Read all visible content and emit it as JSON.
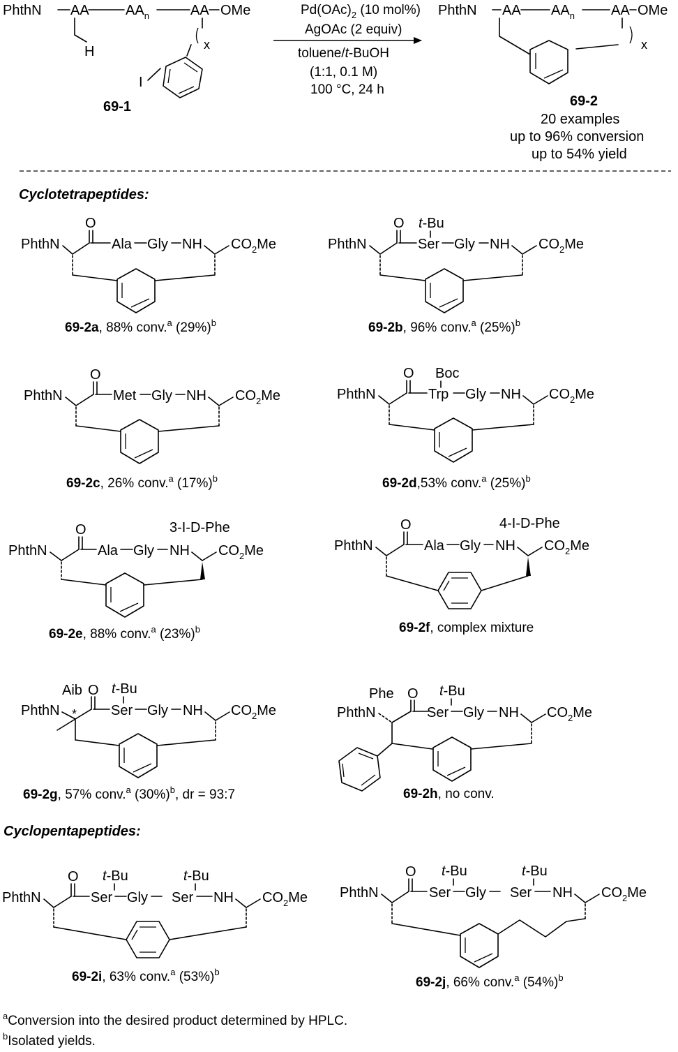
{
  "reaction": {
    "substrate": {
      "n_terminus": "PhthN",
      "residue": "AA",
      "residue_n": "AA",
      "residue_n_sub": "n",
      "c_terminus": "OMe",
      "methyl_h": "H",
      "iodo": "I",
      "chain_index": "x",
      "label": "69-1"
    },
    "conditions": {
      "catalyst_pre": "Pd(OAc)",
      "catalyst_sub": "2",
      "catalyst_post": " (10 mol%)",
      "oxidant": "AgOAc (2 equiv)",
      "solvent_pre": "toluene/",
      "solvent_it": "t",
      "solvent_post": "-BuOH",
      "ratio": "(1:1, 0.1 M)",
      "temperature_time": "100 °C, 24 h"
    },
    "product": {
      "label": "69-2",
      "examples": "20 examples",
      "conversion": "up to 96% conversion",
      "yield": "up to 54% yield",
      "chain_index": "x"
    }
  },
  "sections": {
    "tetra": "Cyclotetrapeptides:",
    "penta": "Cyclopentapeptides:"
  },
  "common": {
    "phthn": "PhthN",
    "nh": "NH",
    "gly": "Gly",
    "ala": "Ala",
    "ser": "Ser",
    "met": "Met",
    "trp": "Trp",
    "boc": "Boc",
    "t": "t",
    "bu": "-Bu",
    "o": "O",
    "co2": "CO",
    "two": "2",
    "me": "Me",
    "conv": " conv.",
    "a": "a",
    "b": "b"
  },
  "compounds": [
    {
      "id": "69-2a",
      "text": ", 88%",
      "tail": " (29%)"
    },
    {
      "id": "69-2b",
      "text": ", 96%",
      "tail": " (25%)"
    },
    {
      "id": "69-2c",
      "text": ", 26%",
      "tail": " (17%)"
    },
    {
      "id": "69-2d",
      "text": ",53%",
      "tail": " (25%)"
    },
    {
      "id": "69-2e",
      "text": ", 88%",
      "tail": " (23%)",
      "side": "3-I-D-Phe"
    },
    {
      "id": "69-2f",
      "text": ", complex mixture",
      "side": "4-I-D-Phe"
    },
    {
      "id": "69-2g",
      "text": ", 57%",
      "tail": " (30%)",
      "extra": ", dr = 93:7",
      "side": "Aib",
      "star": "*"
    },
    {
      "id": "69-2h",
      "text": ", no conv.",
      "side": "Phe"
    },
    {
      "id": "69-2i",
      "text": ", 63%",
      "tail": " (53%)"
    },
    {
      "id": "69-2j",
      "text": ", 66%",
      "tail": " (54%)"
    }
  ],
  "footnotes": {
    "a_mark": "a",
    "a_text": "Conversion into the desired product determined by HPLC.",
    "b_mark": "b",
    "b_text": "Isolated yields."
  }
}
